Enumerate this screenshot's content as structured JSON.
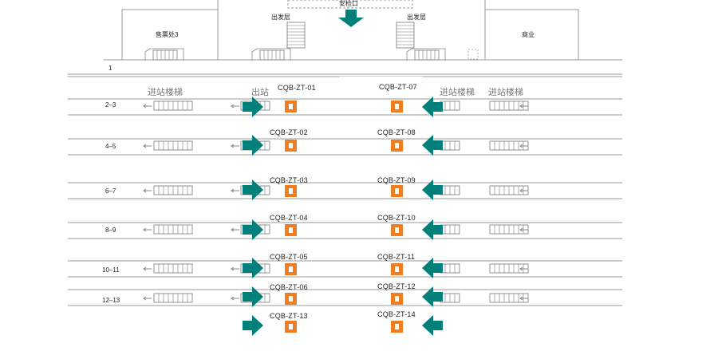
{
  "colors": {
    "arrow": "#00807a",
    "marker": "#f07d1f",
    "line": "#999999"
  },
  "concourse": {
    "ticket_office": "售票处3",
    "departure_left": "出发层",
    "departure_right": "出发层",
    "security": "安检口",
    "commerce": "商业",
    "track_number": "1"
  },
  "stair_labels": [
    "进站楼梯",
    "出站",
    "进站楼梯",
    "进站楼梯"
  ],
  "platforms": [
    {
      "tracks": "2–3",
      "left_code": "CQB-ZT-01",
      "right_code": "CQB-ZT-07"
    },
    {
      "tracks": "4–5",
      "left_code": "CQB-ZT-02",
      "right_code": "CQB-ZT-08"
    },
    {
      "tracks": "6–7",
      "left_code": "CQB-ZT-03",
      "right_code": "CQB-ZT-09"
    },
    {
      "tracks": "8–9",
      "left_code": "CQB-ZT-04",
      "right_code": "CQB-ZT-10"
    },
    {
      "tracks": "10–11",
      "left_code": "CQB-ZT-05",
      "right_code": "CQB-ZT-11"
    },
    {
      "tracks": "12–13",
      "left_code": "CQB-ZT-06",
      "right_code": "CQB-ZT-12"
    },
    {
      "tracks": "",
      "left_code": "CQB-ZT-13",
      "right_code": "CQB-ZT-14"
    }
  ]
}
